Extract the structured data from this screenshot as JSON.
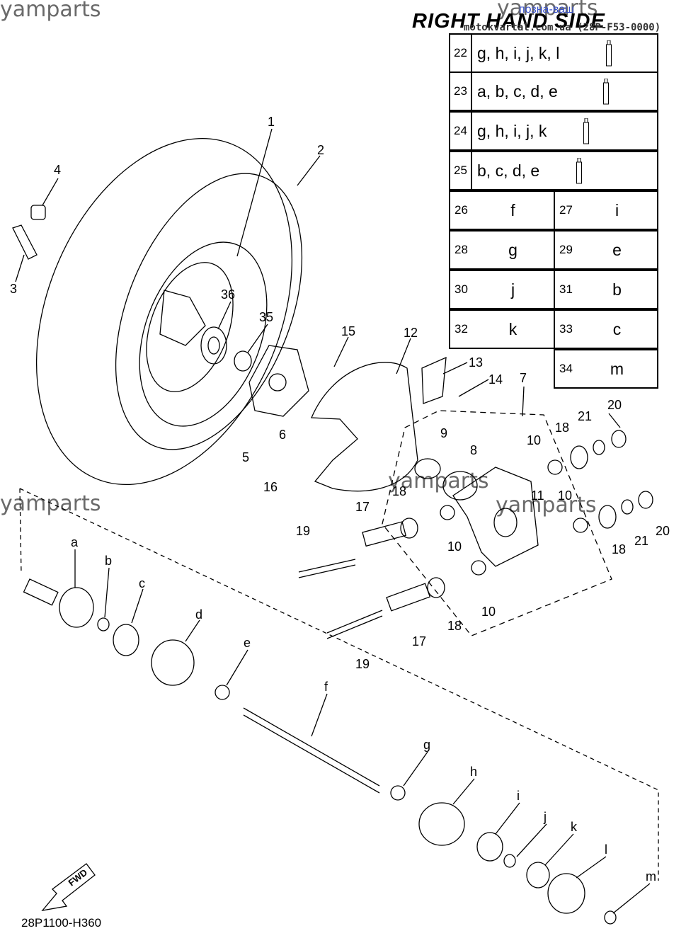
{
  "title": "RIGHT HAND SIDE",
  "site_text": "motokvartal.com.ua (28P-F53-0000)",
  "language_link": "позна-ваш",
  "watermark": "yamparts",
  "doc_id": "28P1100-H360",
  "fwd_label": "FWD",
  "callouts": {
    "c1": "1",
    "c2": "2",
    "c3": "3",
    "c4": "4",
    "c5": "5",
    "c6": "6",
    "c7": "7",
    "c8": "8",
    "c9": "9",
    "c10a": "10",
    "c10b": "10",
    "c10c": "10",
    "c10d": "10",
    "c11": "11",
    "c12": "12",
    "c13": "13",
    "c14": "14",
    "c15": "15",
    "c16": "16",
    "c17a": "17",
    "c17b": "17",
    "c18a": "18",
    "c18b": "18",
    "c18c": "18",
    "c18d": "18",
    "c19a": "19",
    "c19b": "19",
    "c20a": "20",
    "c20b": "20",
    "c21a": "21",
    "c21b": "21",
    "c35": "35",
    "c36": "36",
    "ca": "a",
    "cb": "b",
    "cc": "c",
    "cd": "d",
    "ce": "e",
    "cf": "f",
    "cg": "g",
    "ch": "h",
    "ci": "i",
    "cj": "j",
    "ck": "k",
    "cl": "l",
    "cm": "m"
  },
  "legend": {
    "kits": [
      {
        "num": "22",
        "parts": "g, h, i, j, k, l"
      },
      {
        "num": "23",
        "parts": "a, b, c, d, e"
      },
      {
        "num": "24",
        "parts": "g, h, i, j, k"
      },
      {
        "num": "25",
        "parts": "b, c, d, e"
      }
    ],
    "pairs": [
      {
        "n1": "26",
        "v1": "f",
        "n2": "27",
        "v2": "i"
      },
      {
        "n1": "28",
        "v1": "g",
        "n2": "29",
        "v2": "e"
      },
      {
        "n1": "30",
        "v1": "j",
        "n2": "31",
        "v2": "b"
      },
      {
        "n1": "32",
        "v1": "k",
        "n2": "33",
        "v2": "c"
      }
    ],
    "last": {
      "n": "34",
      "v": "m"
    }
  }
}
